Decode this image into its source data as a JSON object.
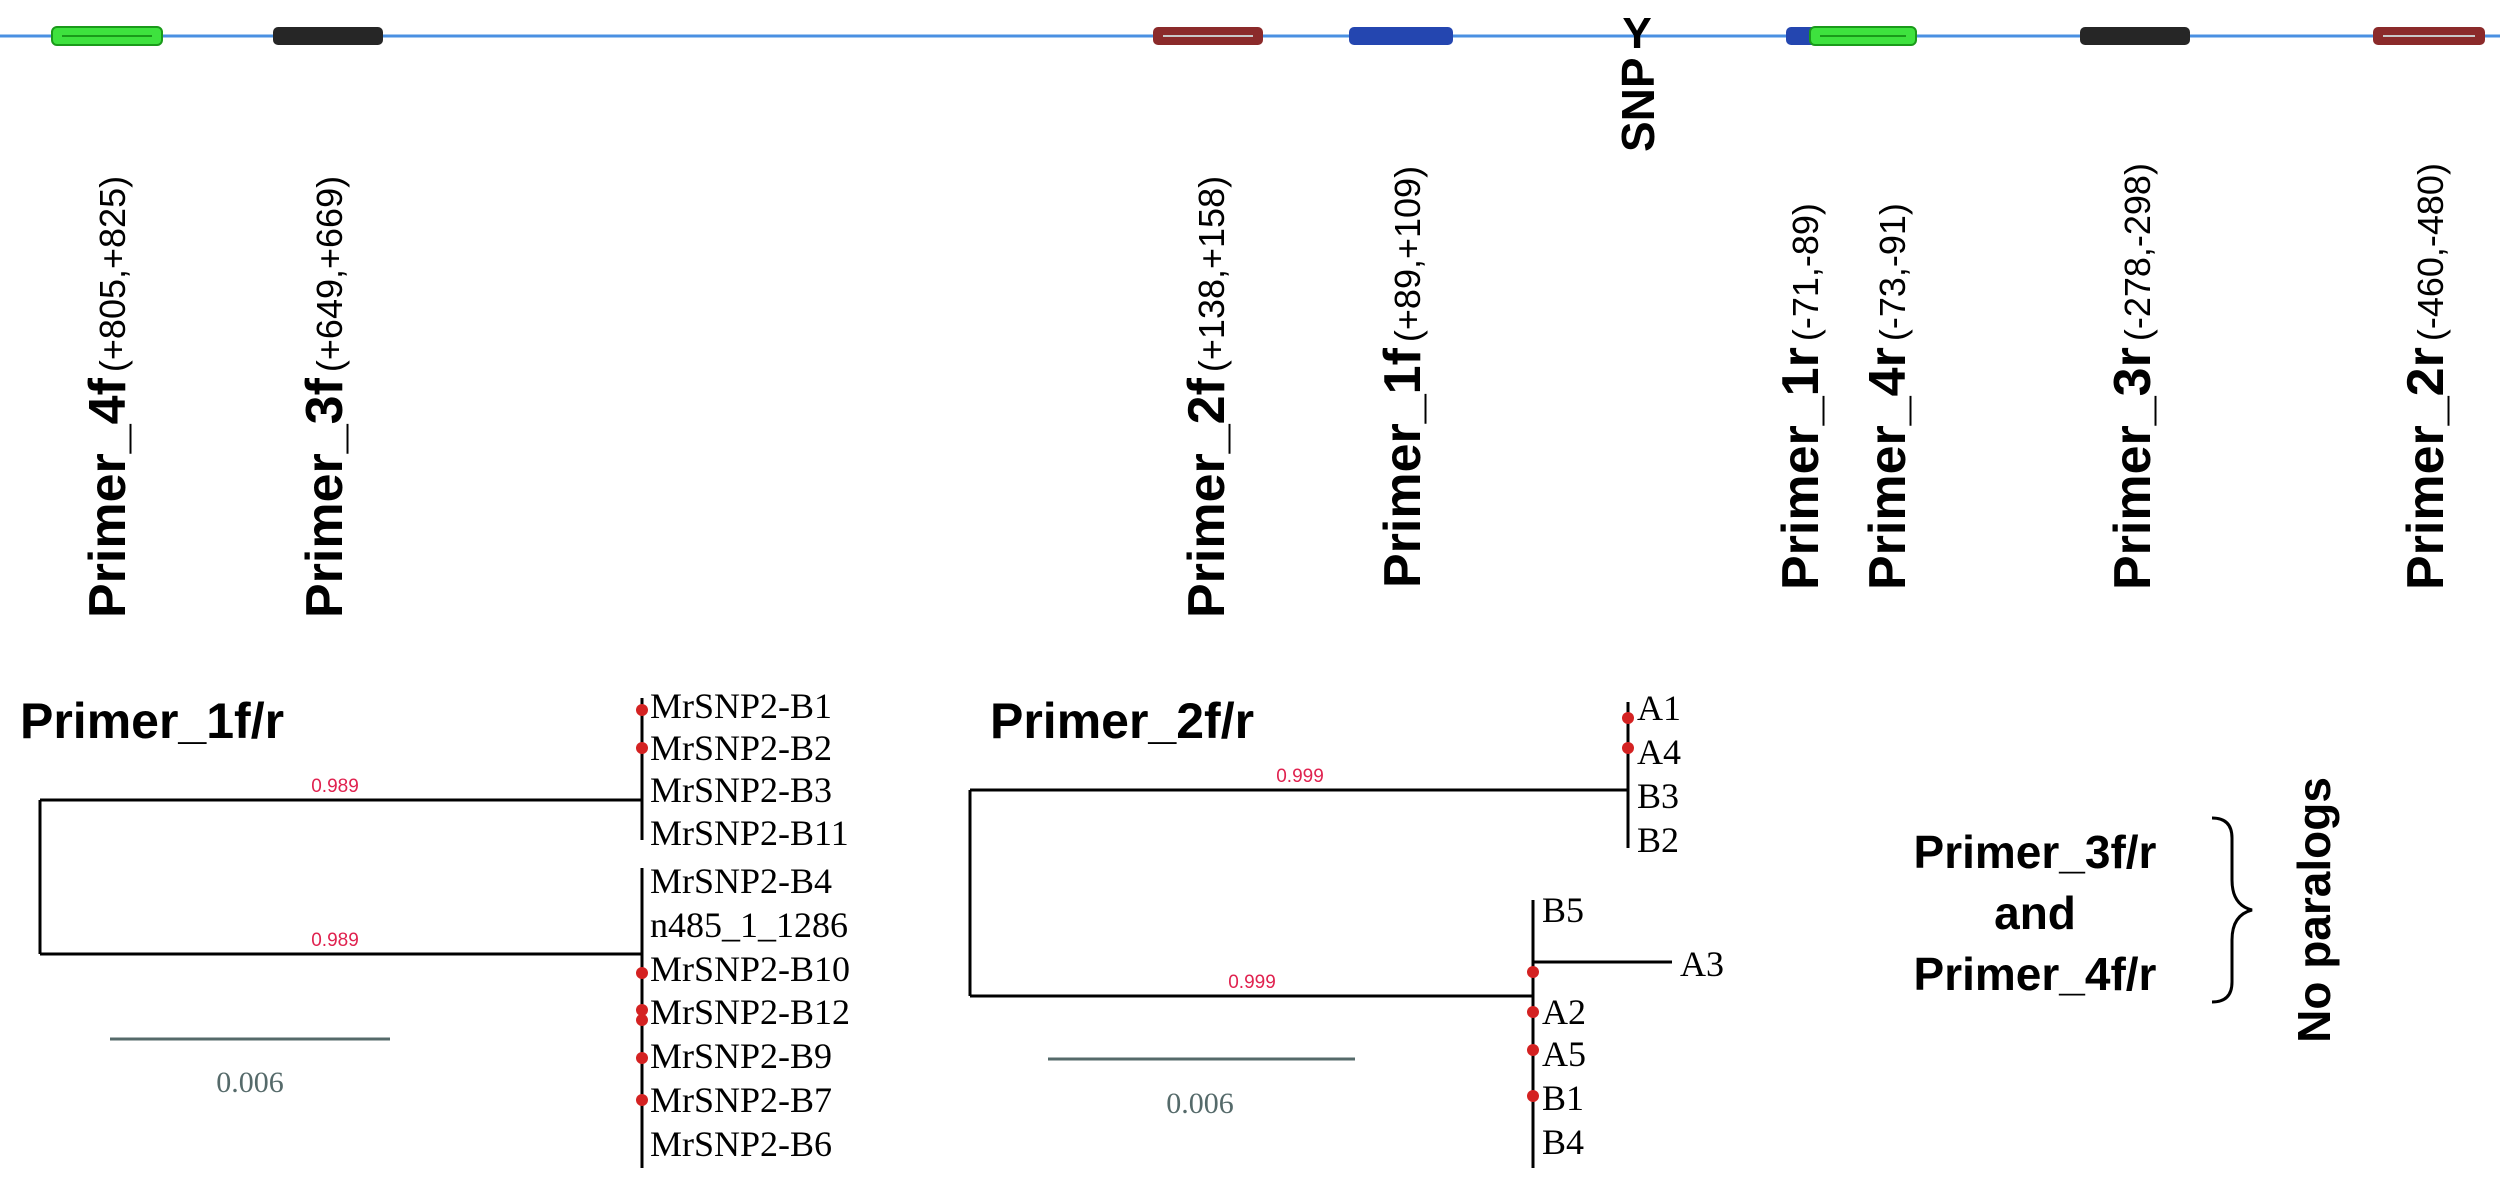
{
  "snp_mark": "Y",
  "snp_label": "SNP",
  "colors": {
    "line": "#4a90e2",
    "green": "#3ee23e",
    "black": "#262626",
    "darkred": "#8b2a2a",
    "blue": "#2446b0",
    "support": "#e0224f",
    "node": "#d42222",
    "scale": "#556a6a"
  },
  "primers": [
    {
      "name": "Primer_4f",
      "range": "(+805,+825)",
      "color": "green"
    },
    {
      "name": "Primer_3f",
      "range": "(+649,+669)",
      "color": "black"
    },
    {
      "name": "Primer_2f",
      "range": "(+138,+158)",
      "color": "darkred"
    },
    {
      "name": "Primer_1f",
      "range": "(+89,+109)",
      "color": "blue"
    },
    {
      "name": "Primer_1r",
      "range": "(-71,-89)",
      "color": "blue"
    },
    {
      "name": "Primer_4r",
      "range": "(-73,-91)",
      "color": "green"
    },
    {
      "name": "Primer_3r",
      "range": "(-278,-298)",
      "color": "black"
    },
    {
      "name": "Primer_2r",
      "range": "(-460,-480)",
      "color": "darkred"
    }
  ],
  "tree1": {
    "title": "Primer_1f/r",
    "support_upper": "0.989",
    "support_lower": "0.989",
    "scale": "0.006",
    "upper_leaves": [
      "MrSNP2-B1",
      "MrSNP2-B2",
      "MrSNP2-B3",
      "MrSNP2-B11"
    ],
    "lower_leaves": [
      "MrSNP2-B4",
      "n485_1_1286",
      "MrSNP2-B10",
      "MrSNP2-B12",
      "MrSNP2-B9",
      "MrSNP2-B7",
      "MrSNP2-B6"
    ]
  },
  "tree2": {
    "title": "Primer_2f/r",
    "support_upper": "0.999",
    "support_lower": "0.999",
    "scale": "0.006",
    "upper_leaves": [
      "A1",
      "A4",
      "B3",
      "B2"
    ],
    "lower_leaves": [
      "B5",
      "A3",
      "A2",
      "A5",
      "B1",
      "B4"
    ]
  },
  "note": {
    "line1": "Primer_3f/r",
    "line2": "and",
    "line3": "Primer_4f/r",
    "side": "No paralogs"
  }
}
